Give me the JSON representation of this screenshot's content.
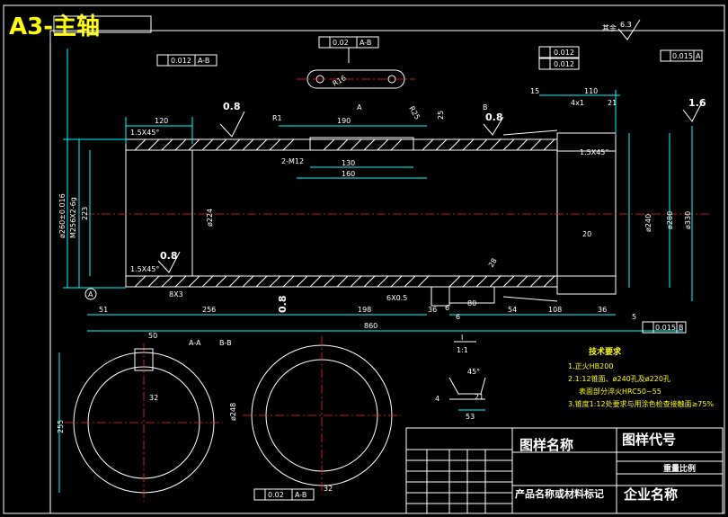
{
  "title": "A3-主轴",
  "roughness_other_label": "其余",
  "roughness_other_value": "6.3",
  "roughness_values": [
    "0.8",
    "0.8",
    "1.6",
    "0.8",
    "0.8"
  ],
  "tolerances": {
    "top_symmetry": {
      "value": "0.02",
      "datum": "A-B"
    },
    "left_straightness": {
      "value": "0.012",
      "datum": "A-B"
    },
    "right_runout_1": {
      "value": "0.012"
    },
    "right_runout_2": {
      "value": "0.012"
    },
    "right_circle": {
      "value": "0.015",
      "datum": "A"
    },
    "bottom_right_runout": {
      "value": "0.015",
      "datum": "B"
    },
    "bottom_left_symmetry": {
      "value": "0.02",
      "datum": "A-B"
    }
  },
  "dimensions": {
    "d120": "120",
    "d190": "190",
    "d130": "130",
    "d160": "160",
    "d15": "15",
    "d110": "110",
    "d4x1": "4x1",
    "d21": "21",
    "d25": "25",
    "R1": "R1",
    "R16": "R16",
    "R25": "R25",
    "chamfer_1": "1.5X45°",
    "chamfer_2": "1.5X45°",
    "chamfer_3": "1.5X45°",
    "thread": "2-M12",
    "d260": "ø260±0.016",
    "d_m": "M256X2-6g",
    "d223": "223",
    "d224": "ø224",
    "d240": "ø240",
    "d280": "ø280",
    "d330": "ø330",
    "d20": "20",
    "d28": "28",
    "d8x3": "8X3",
    "d6x0_5": "6X0.5",
    "d51": "51",
    "d256": "256",
    "d198": "198",
    "d36": "36",
    "d6a": "6",
    "d6b": "6",
    "d80": "80",
    "d54": "54",
    "d108": "108",
    "d36b": "36",
    "d860": "860",
    "d5": "5"
  },
  "datums": {
    "a": "A",
    "b": "B",
    "datum_a_circle": "A"
  },
  "section_labels": {
    "aa": "A-A",
    "bb": "B-B",
    "detail": "I",
    "detail_scale": "1:1"
  },
  "section_dims": {
    "key_width": "50",
    "key_depth": "32",
    "height_255": "255",
    "bb_dia": "ø248",
    "bb_small": "32"
  },
  "detail_dims": {
    "d4": "4",
    "d53": "53",
    "d21": "21",
    "angle": "45°"
  },
  "tech_requirements": {
    "heading": "技术要求",
    "items": [
      "1.正火HB200",
      "2.1:12锥面、ø240孔及ø220孔",
      "表面部分淬火HRC50~55",
      "3.锥度1:12处要求与用涂色检查接触面≥75%"
    ]
  },
  "title_block": {
    "drawing_name": "图样名称",
    "drawing_code": "图样代号",
    "product_line": "产品名称或材料标记",
    "company": "企业名称",
    "ratio_label": "重量比例"
  }
}
